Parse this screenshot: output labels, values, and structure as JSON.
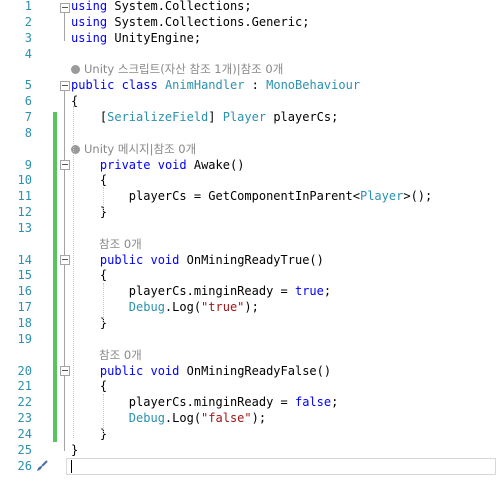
{
  "editor": {
    "lines": [
      {
        "n": "1",
        "tokens": [
          {
            "t": "using",
            "c": "kw"
          },
          {
            "t": " System.Collections;",
            "c": ""
          }
        ]
      },
      {
        "n": "2",
        "tokens": [
          {
            "t": "using",
            "c": "kw"
          },
          {
            "t": " System.Collections.Generic;",
            "c": ""
          }
        ]
      },
      {
        "n": "3",
        "tokens": [
          {
            "t": "using",
            "c": "kw"
          },
          {
            "t": " UnityEngine;",
            "c": ""
          }
        ]
      },
      {
        "n": "4",
        "tokens": []
      },
      {
        "lens": "Unity 스크립트(자산 참조 1개)|참조 0개"
      },
      {
        "n": "5",
        "tokens": [
          {
            "t": "public",
            "c": "kw"
          },
          {
            "t": " ",
            "c": ""
          },
          {
            "t": "class",
            "c": "kw"
          },
          {
            "t": " ",
            "c": ""
          },
          {
            "t": "AnimHandler",
            "c": "ty"
          },
          {
            "t": " : ",
            "c": ""
          },
          {
            "t": "MonoBehaviour",
            "c": "ty"
          }
        ]
      },
      {
        "n": "6",
        "tokens": [
          {
            "t": "{",
            "c": ""
          }
        ]
      },
      {
        "n": "7",
        "tokens": [
          {
            "t": "    [",
            "c": ""
          },
          {
            "t": "SerializeField",
            "c": "ty"
          },
          {
            "t": "] ",
            "c": ""
          },
          {
            "t": "Player",
            "c": "ty"
          },
          {
            "t": " playerCs;",
            "c": ""
          }
        ]
      },
      {
        "n": "8",
        "tokens": []
      },
      {
        "lens": "Unity 메시지|참조 0개"
      },
      {
        "n": "9",
        "tokens": [
          {
            "t": "    private",
            "c": "kw"
          },
          {
            "t": " ",
            "c": ""
          },
          {
            "t": "void",
            "c": "kw"
          },
          {
            "t": " Awake()",
            "c": ""
          }
        ]
      },
      {
        "n": "10",
        "tokens": [
          {
            "t": "    {",
            "c": ""
          }
        ]
      },
      {
        "n": "11",
        "tokens": [
          {
            "t": "        playerCs = GetComponentInParent<",
            "c": ""
          },
          {
            "t": "Player",
            "c": "ty"
          },
          {
            "t": ">();",
            "c": ""
          }
        ]
      },
      {
        "n": "12",
        "tokens": [
          {
            "t": "    }",
            "c": ""
          }
        ]
      },
      {
        "n": "13",
        "tokens": []
      },
      {
        "lens_plain": "참조 0개"
      },
      {
        "n": "14",
        "tokens": [
          {
            "t": "    public",
            "c": "kw"
          },
          {
            "t": " ",
            "c": ""
          },
          {
            "t": "void",
            "c": "kw"
          },
          {
            "t": " OnMiningReadyTrue()",
            "c": ""
          }
        ]
      },
      {
        "n": "15",
        "tokens": [
          {
            "t": "    {",
            "c": ""
          }
        ]
      },
      {
        "n": "16",
        "tokens": [
          {
            "t": "        playerCs.minginReady = ",
            "c": ""
          },
          {
            "t": "true",
            "c": "kw"
          },
          {
            "t": ";",
            "c": ""
          }
        ]
      },
      {
        "n": "17",
        "tokens": [
          {
            "t": "        ",
            "c": ""
          },
          {
            "t": "Debug",
            "c": "ty"
          },
          {
            "t": ".Log(",
            "c": ""
          },
          {
            "t": "\"true\"",
            "c": "str"
          },
          {
            "t": ");",
            "c": ""
          }
        ]
      },
      {
        "n": "18",
        "tokens": [
          {
            "t": "    }",
            "c": ""
          }
        ]
      },
      {
        "n": "19",
        "tokens": []
      },
      {
        "lens_plain": "참조 0개"
      },
      {
        "n": "20",
        "tokens": [
          {
            "t": "    public",
            "c": "kw"
          },
          {
            "t": " ",
            "c": ""
          },
          {
            "t": "void",
            "c": "kw"
          },
          {
            "t": " OnMiningReadyFalse()",
            "c": ""
          }
        ]
      },
      {
        "n": "21",
        "tokens": [
          {
            "t": "    {",
            "c": ""
          }
        ]
      },
      {
        "n": "22",
        "tokens": [
          {
            "t": "        playerCs.minginReady = ",
            "c": ""
          },
          {
            "t": "false",
            "c": "kw"
          },
          {
            "t": ";",
            "c": ""
          }
        ]
      },
      {
        "n": "23",
        "tokens": [
          {
            "t": "        ",
            "c": ""
          },
          {
            "t": "Debug",
            "c": "ty"
          },
          {
            "t": ".Log(",
            "c": ""
          },
          {
            "t": "\"false\"",
            "c": "str"
          },
          {
            "t": ");",
            "c": ""
          }
        ]
      },
      {
        "n": "24",
        "tokens": [
          {
            "t": "    }",
            "c": ""
          }
        ]
      },
      {
        "n": "25",
        "tokens": [
          {
            "t": "}",
            "c": ""
          }
        ]
      },
      {
        "n": "26",
        "tokens": [],
        "current": true
      }
    ],
    "colors": {
      "keyword": "#0000ff",
      "type": "#2b91af",
      "string": "#a31515",
      "line_number": "#2b91af",
      "change_bar": "#57c45e",
      "codelens": "#888888"
    },
    "icons": {
      "codelens": "unity-gear-icon",
      "current_line": "paintbrush-icon"
    }
  }
}
